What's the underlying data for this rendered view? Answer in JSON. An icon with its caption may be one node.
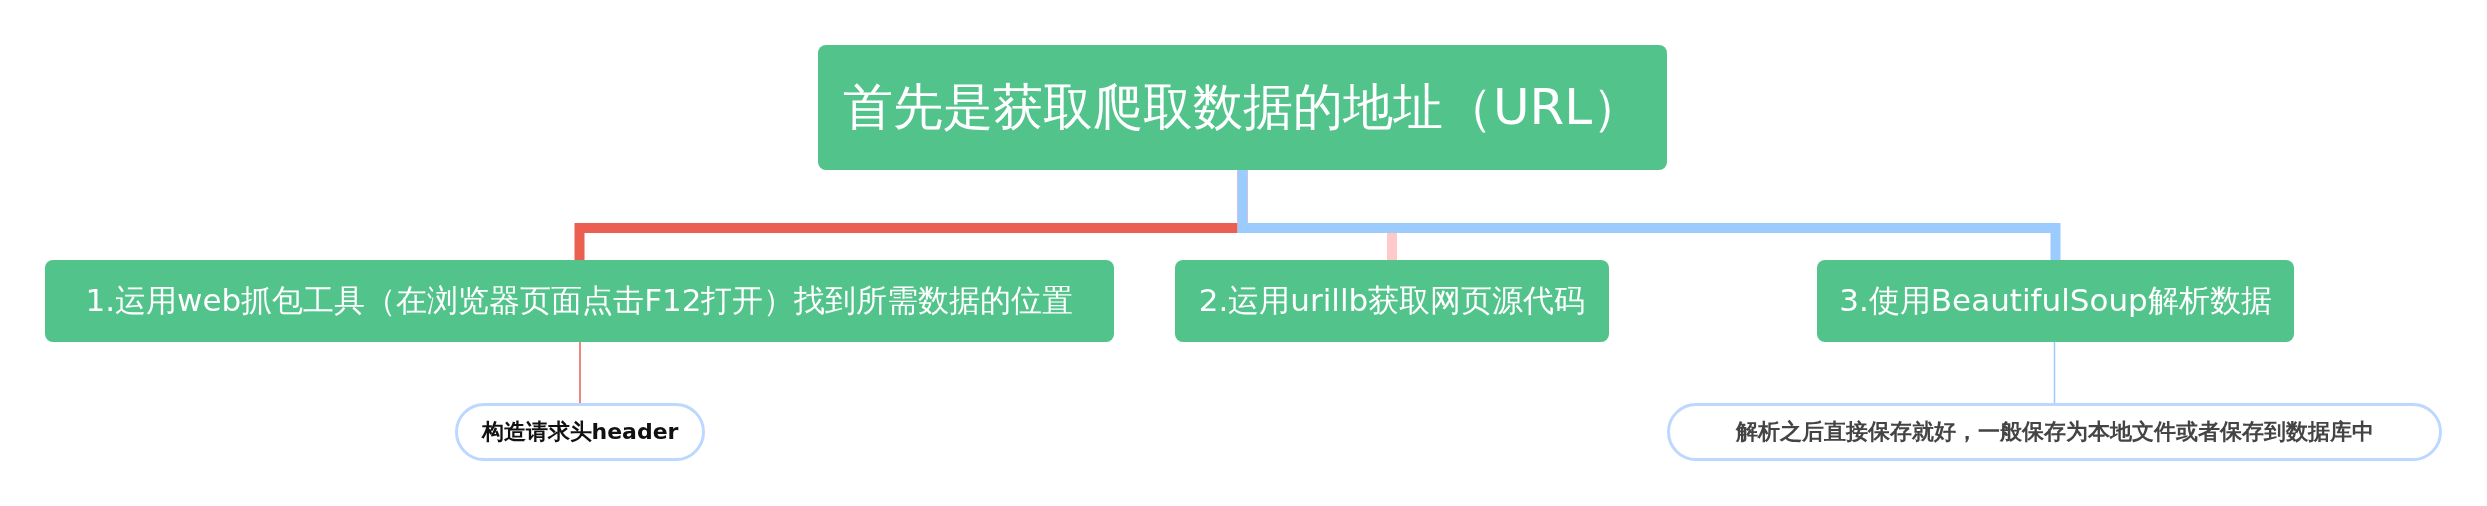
{
  "diagram": {
    "nodes": [
      {
        "text": [
          "首先是获取爬取数据的地址（URL）"
        ]
      },
      {
        "text": [
          "1.运用web抓包工具（在浏览器页面点击F12打开）找到所需数据的位置"
        ]
      },
      {
        "text": [
          "2.运用urillb获取网页源代码"
        ]
      },
      {
        "text": [
          "3.使用BeautifulSoup解析数据"
        ]
      },
      {
        "text": [
          "构造请求头header"
        ]
      },
      {
        "text": [
          "解析之后直接保存就好，一般保存为本地文件或者保存到数据库中"
        ]
      }
    ],
    "edges": [
      {
        "from": 0,
        "to": 1,
        "arrow": "none",
        "color": "#eb5f50"
      },
      {
        "from": 0,
        "to": 2,
        "arrow": "none",
        "color": "#ffc9c9"
      },
      {
        "from": 0,
        "to": 3,
        "arrow": "none",
        "color": "#9ccbff"
      },
      {
        "from": 1,
        "to": 4,
        "arrow": "none",
        "color": "#eb5f50"
      },
      {
        "from": 3,
        "to": 5,
        "arrow": "none",
        "color": "#9ccbff"
      }
    ]
  }
}
